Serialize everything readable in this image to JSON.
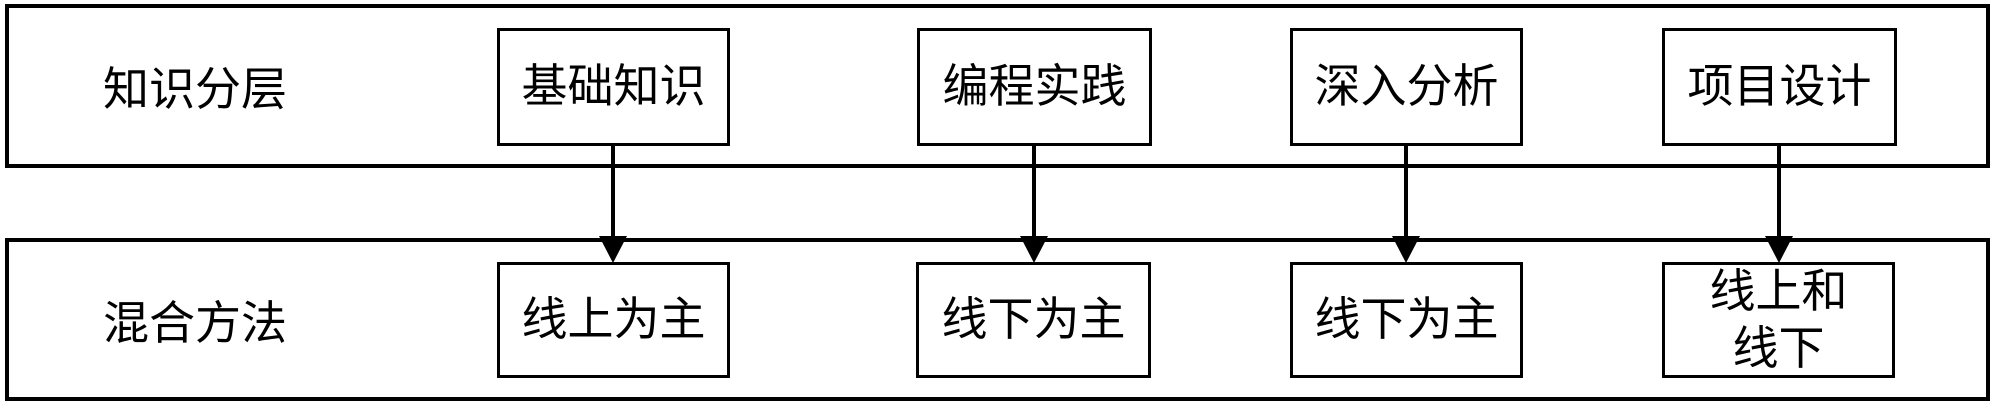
{
  "diagram": {
    "type": "two-row-mapping-flowchart",
    "colors": {
      "line": "#000000",
      "text": "#000000",
      "background": "#ffffff"
    },
    "rows": [
      {
        "label": "知识分层",
        "boxes": [
          "基础知识",
          "编程实践",
          "深入分析",
          "项目设计"
        ]
      },
      {
        "label": "混合方法",
        "boxes": [
          "线上为主",
          "线下为主",
          "线下为主",
          "线上和\n线下"
        ]
      }
    ],
    "connections": [
      {
        "from": "基础知识",
        "to": "线上为主",
        "direction": "down"
      },
      {
        "from": "编程实践",
        "to": "线下为主",
        "direction": "down"
      },
      {
        "from": "深入分析",
        "to": "线下为主",
        "direction": "down"
      },
      {
        "from": "项目设计",
        "to": "线上和线下",
        "direction": "down"
      }
    ]
  }
}
